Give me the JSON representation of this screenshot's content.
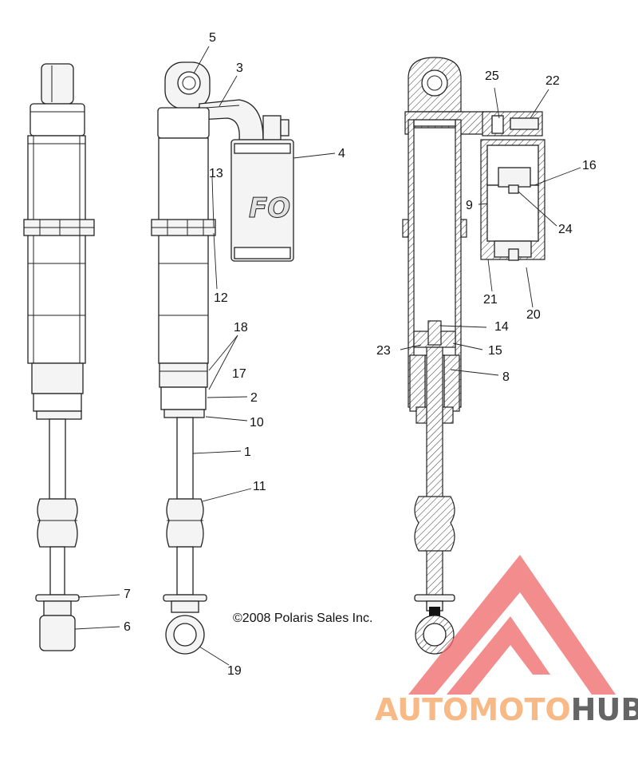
{
  "copyright": "©2008 Polaris Sales Inc.",
  "watermark": {
    "part1": "AUTO",
    "part2": "MOTO",
    "part3": "HUB",
    "color_light": "#f7b27a",
    "color_dark": "#555555",
    "triangle_color": "#f06a6a"
  },
  "callouts": [
    {
      "id": "c5",
      "label": "5"
    },
    {
      "id": "c3",
      "label": "3"
    },
    {
      "id": "c4",
      "label": "4"
    },
    {
      "id": "c13",
      "label": "13"
    },
    {
      "id": "c12",
      "label": "12"
    },
    {
      "id": "c18",
      "label": "18"
    },
    {
      "id": "c17",
      "label": "17"
    },
    {
      "id": "c2",
      "label": "2"
    },
    {
      "id": "c10",
      "label": "10"
    },
    {
      "id": "c1",
      "label": "1"
    },
    {
      "id": "c11",
      "label": "11"
    },
    {
      "id": "c7",
      "label": "7"
    },
    {
      "id": "c6",
      "label": "6"
    },
    {
      "id": "c19",
      "label": "19"
    },
    {
      "id": "c25",
      "label": "25"
    },
    {
      "id": "c22",
      "label": "22"
    },
    {
      "id": "c16",
      "label": "16"
    },
    {
      "id": "c9",
      "label": "9"
    },
    {
      "id": "c24",
      "label": "24"
    },
    {
      "id": "c21",
      "label": "21"
    },
    {
      "id": "c20",
      "label": "20"
    },
    {
      "id": "c14",
      "label": "14"
    },
    {
      "id": "c23",
      "label": "23"
    },
    {
      "id": "c15",
      "label": "15"
    },
    {
      "id": "c8",
      "label": "8"
    }
  ]
}
